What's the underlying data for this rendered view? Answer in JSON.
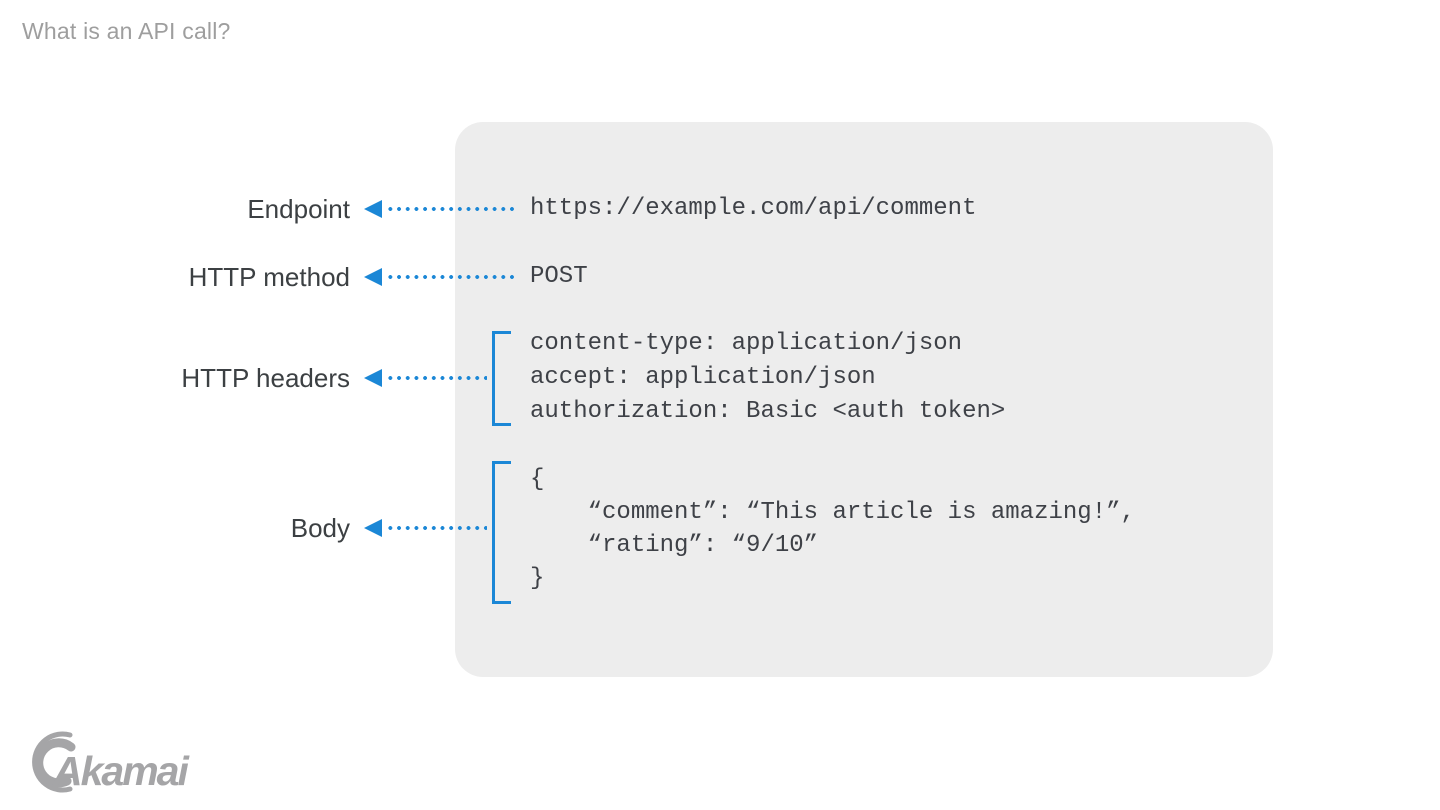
{
  "title": "What is an API call?",
  "colors": {
    "accent_blue": "#1b87d6",
    "panel_background": "#ededed",
    "title_gray": "#9e9e9e",
    "label_dark_gray": "#3c4043",
    "code_dark_gray": "#3e4147",
    "logo_gray": "#a5a5a7"
  },
  "annotations": [
    {
      "label": "Endpoint"
    },
    {
      "label": "HTTP method"
    },
    {
      "label": "HTTP headers"
    },
    {
      "label": "Body"
    }
  ],
  "code": {
    "endpoint": "https://example.com/api/comment",
    "method": "POST",
    "headers": [
      "content-type: application/json",
      "accept: application/json",
      "authorization: Basic <auth token>"
    ],
    "body": [
      "{",
      "    “comment”: “This article is amazing!”,",
      "    “rating”: “9/10”",
      "}"
    ]
  },
  "logo": {
    "wordmark": "Akamai"
  }
}
